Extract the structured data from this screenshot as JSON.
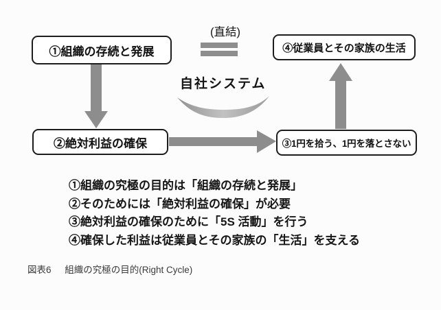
{
  "diagram": {
    "boxes": [
      {
        "id": "box1",
        "label": "①組織の存続と発展"
      },
      {
        "id": "box2",
        "label": "②絶対利益の確保"
      },
      {
        "id": "box3",
        "label": "③1円を拾う、1円を落とさない"
      },
      {
        "id": "box4",
        "label": "④従業員とその家族の生活"
      }
    ],
    "direct_link_label": "(直結)",
    "system_label": "自社システム",
    "arrow_color": "#8d8d8d",
    "icons": {
      "direct-link-equals-icon": "two thick gray bars (equals sign)",
      "arrow-down-icon": "thick gray arrow from box1 to box2",
      "arrow-right-icon": "thick gray arrow from box2 to box3",
      "arrow-up-icon": "thick gray arrow from box3 to box4",
      "system-swoosh-icon": "gray crescent arc under system label"
    }
  },
  "notes": {
    "items": [
      "①組織の究極の目的は「組織の存続と発展」",
      "②そのためには「絶対利益の確保」が必要",
      "③絶対利益の確保のために「5S 活動」を行う",
      "④確保した利益は従業員とその家族の「生活」を支える"
    ]
  },
  "caption": {
    "figure_label": "図表6",
    "title": "組織の究極の目的(Right Cycle)"
  }
}
